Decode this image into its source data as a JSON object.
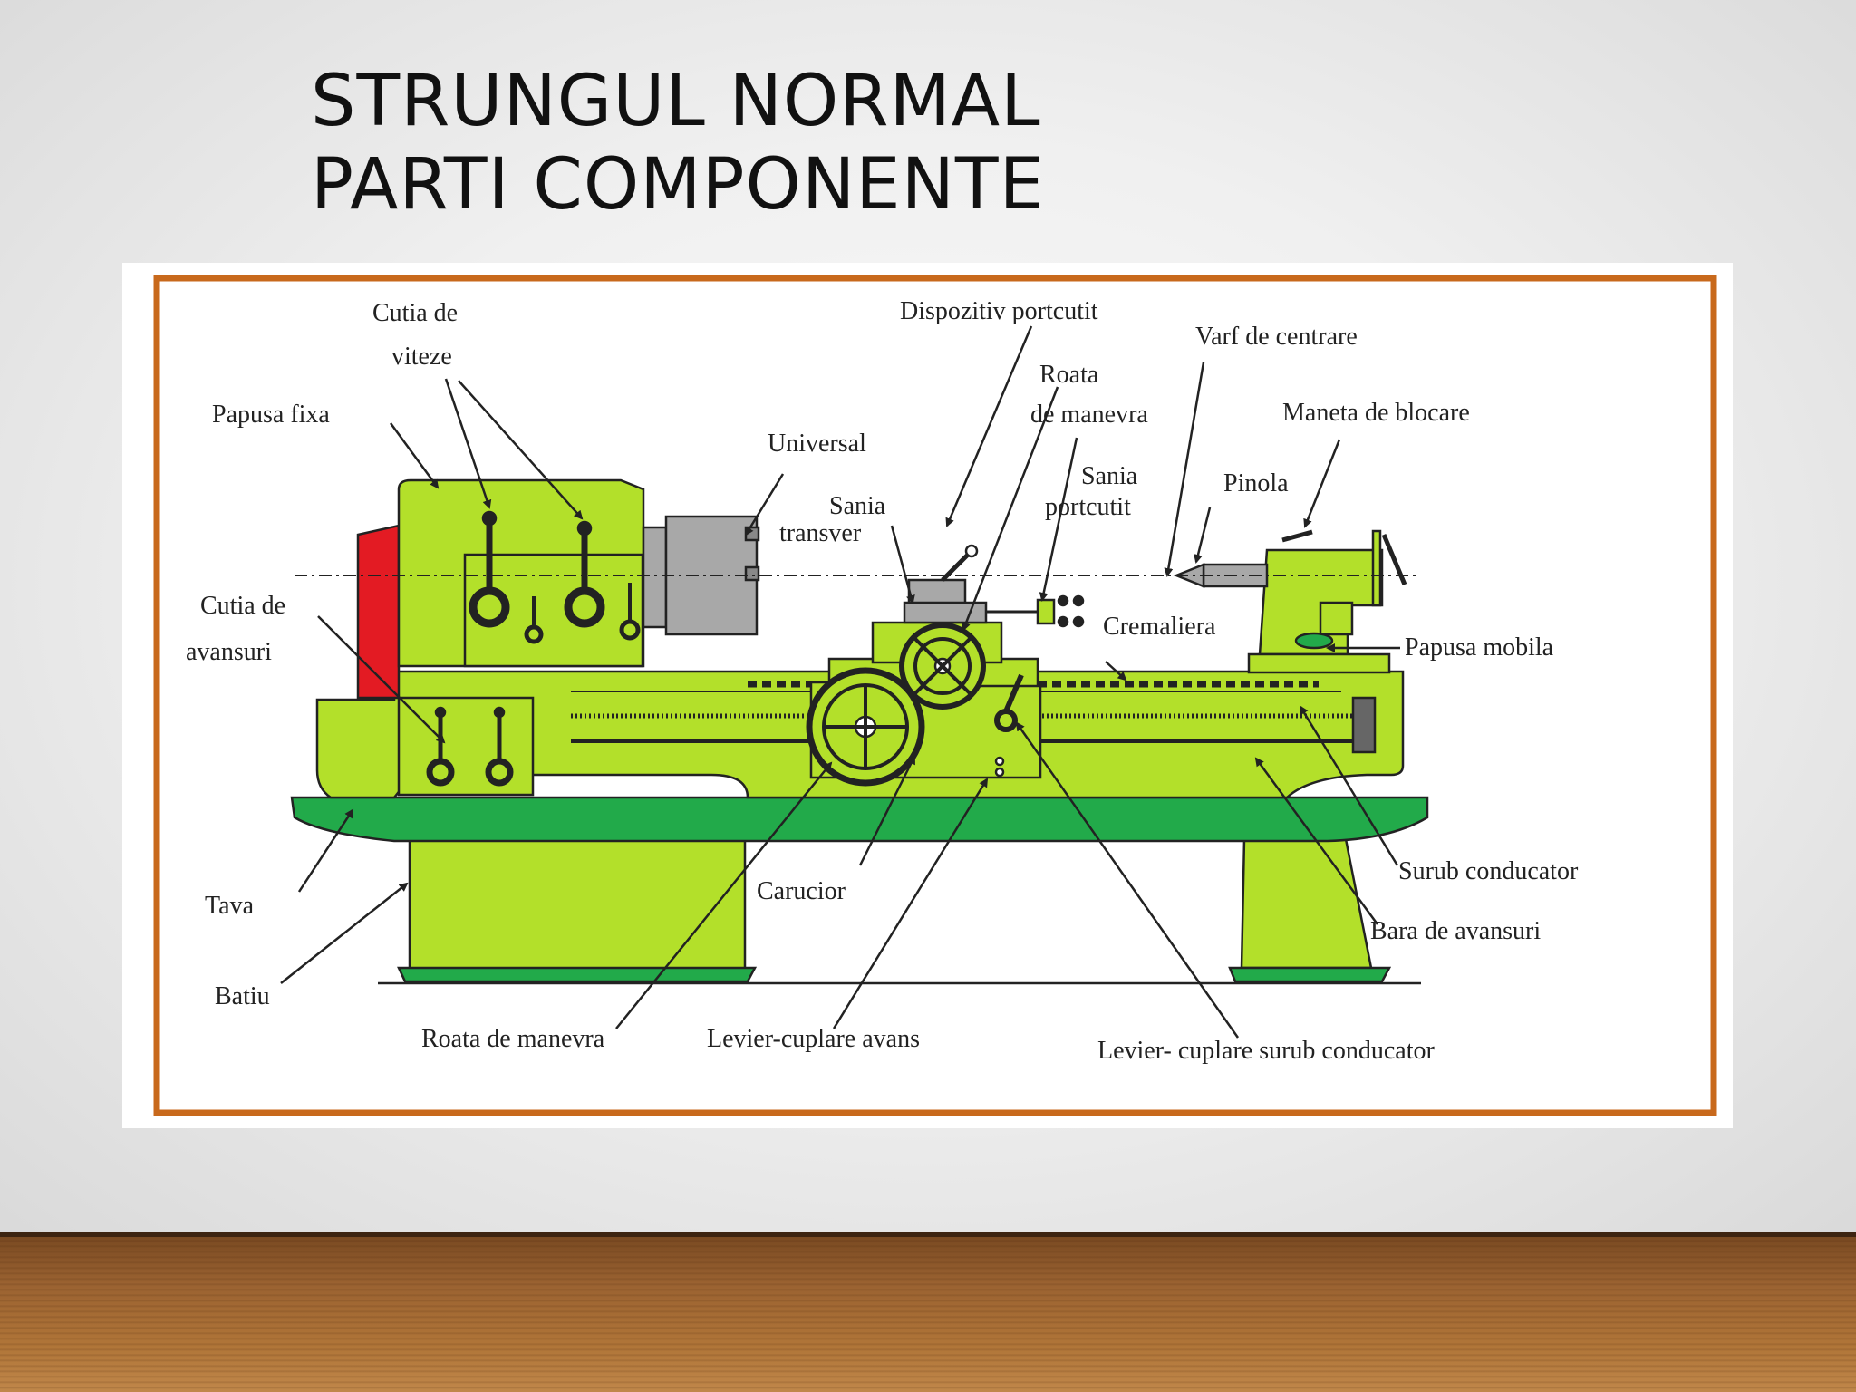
{
  "slide": {
    "title_line1": "STRUNGUL NORMAL",
    "title_line2": "PARTI COMPONENTE"
  },
  "diagram": {
    "labels": {
      "cutia_de_viteze_1": "Cutia de",
      "cutia_de_viteze_2": "viteze",
      "papusa_fixa": "Papusa fixa",
      "universal": "Universal",
      "dispozitiv_portcutit": "Dispozitiv portcutit",
      "roata_1": "Roata",
      "roata_2": "de manevra",
      "varf_de_centrare": "Varf de centrare",
      "maneta_de_blocare": "Maneta de blocare",
      "sania_transv_1": "Sania",
      "sania_transv_2": "transver",
      "sania_portcutit_1": "Sania",
      "sania_portcutit_2": "portcutit",
      "pinola": "Pinola",
      "cutia_de_avansuri_1": "Cutia de",
      "cutia_de_avansuri_2": "avansuri",
      "cremaliera": "Cremaliera",
      "papusa_mobila": "Papusa mobila",
      "surub_conducator": "Surub conducator",
      "bara_de_avansuri": "Bara de avansuri",
      "tava": "Tava",
      "batiu": "Batiu",
      "carucior": "Carucior",
      "roata_de_manevra": "Roata de manevra",
      "levier_cuplare_avans": "Levier-cuplare avans",
      "levier_cuplare_surub": "Levier- cuplare surub conducator"
    },
    "colors": {
      "machine_green": "#b3e02a",
      "tray_green": "#22aa4a",
      "red_guard": "#e31b23",
      "frame_orange": "#c8691c",
      "chuck_grey": "#a8a8a8"
    }
  }
}
